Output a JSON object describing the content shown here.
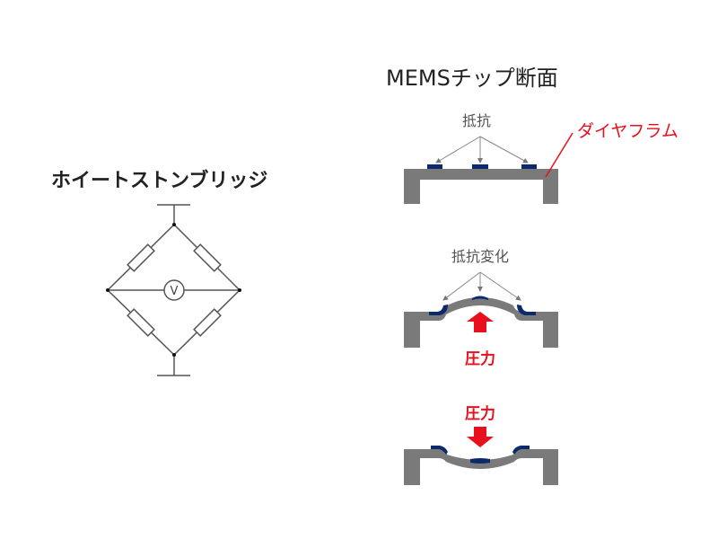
{
  "bridge": {
    "title": "ホイートストンブリッジ",
    "meter_symbol": "V"
  },
  "mems": {
    "title": "MEMSチップ断面",
    "resistor_label": "抵抗",
    "diaphragm_label": "ダイヤフラム",
    "resistance_change_label": "抵抗変化",
    "pressure_label_up": "圧力",
    "pressure_label_down": "圧力"
  },
  "colors": {
    "substrate": "#7a7a7a",
    "resistor": "#0b2a6b",
    "accent": "#e8101c",
    "wire": "#555555"
  }
}
